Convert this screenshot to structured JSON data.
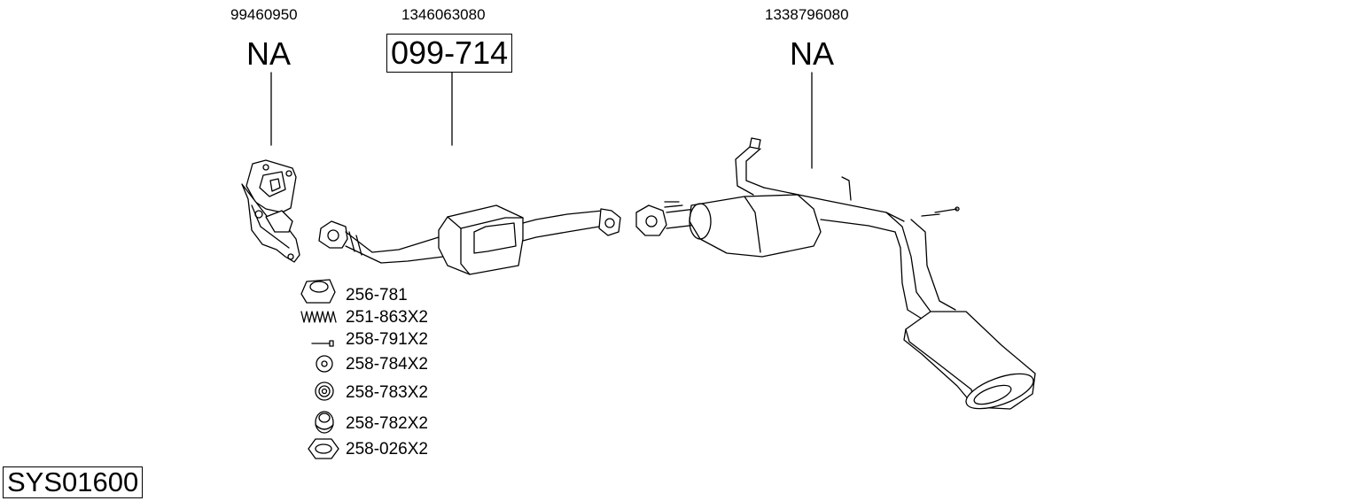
{
  "parts": [
    {
      "oe_number": "99460950",
      "code": "NA",
      "boxed": false
    },
    {
      "oe_number": "1346063080",
      "code": "099-714",
      "boxed": true
    },
    {
      "oe_number": "1338796080",
      "code": "NA",
      "boxed": false
    }
  ],
  "accessories": [
    {
      "icon": "gasket-ring-icon",
      "label": "256-781"
    },
    {
      "icon": "spring-icon",
      "label": "251-863X2"
    },
    {
      "icon": "bolt-icon",
      "label": "258-791X2"
    },
    {
      "icon": "washer-small-icon",
      "label": "258-784X2"
    },
    {
      "icon": "rubber-mount-icon",
      "label": "258-783X2"
    },
    {
      "icon": "rubber-bush-icon",
      "label": "258-782X2"
    },
    {
      "icon": "hex-nut-icon",
      "label": "258-026X2"
    }
  ],
  "system_code": "SYS01600"
}
